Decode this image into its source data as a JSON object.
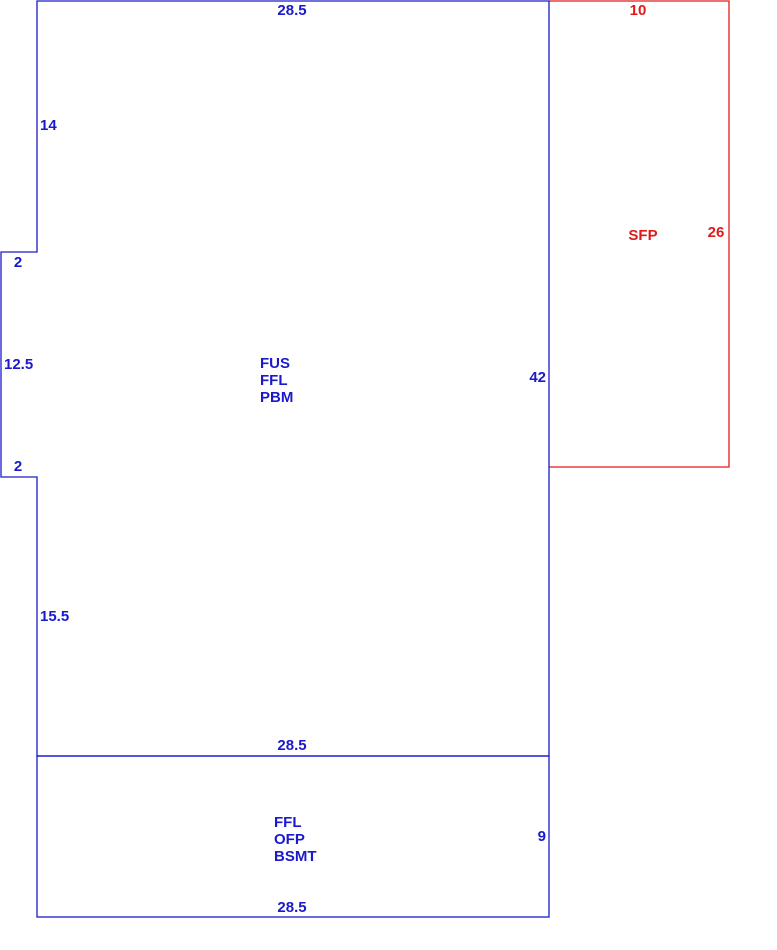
{
  "colors": {
    "main": "#1a1acc",
    "sfp": "#e01a1a"
  },
  "main_area": {
    "dims": {
      "top": "28.5",
      "upper_left": "14",
      "jog_top": "2",
      "recess": "12.5",
      "jog_bottom": "2",
      "lower_left": "15.5",
      "right": "42",
      "bottom": "28.5"
    },
    "codes": [
      "FUS",
      "FFL",
      "PBM"
    ]
  },
  "lower_area": {
    "dims": {
      "right": "9",
      "bottom": "28.5"
    },
    "codes": [
      "FFL",
      "OFP",
      "BSMT"
    ]
  },
  "sfp_area": {
    "dims": {
      "top": "10",
      "right": "26"
    },
    "code": "SFP"
  }
}
